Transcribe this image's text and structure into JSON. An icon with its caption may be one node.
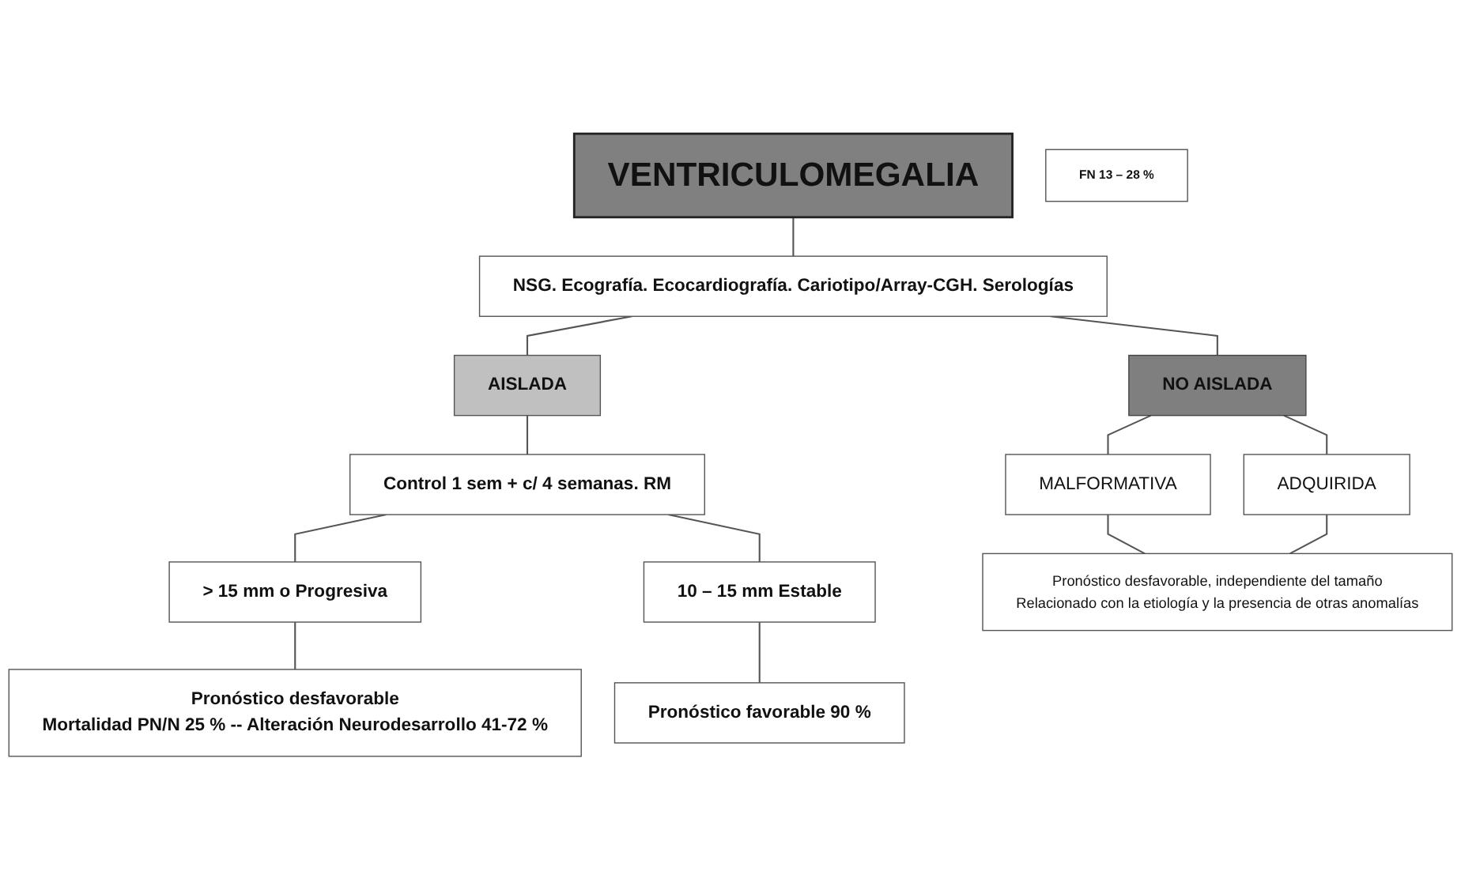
{
  "diagram": {
    "nodes": [
      {
        "text": [
          "VENTRICULOMEGALIA"
        ]
      },
      {
        "text": [
          "NSG. Ecografía. Ecocardiografía. Cariotipo/Array-CGH. Serologías"
        ]
      },
      {
        "text": [
          "NO AISLADA"
        ]
      },
      {
        "text": [
          "AISLADA"
        ]
      },
      {
        "text": [
          "FN 13 – 28 %"
        ]
      },
      {
        "text": [
          "Control 1 sem  + c/ 4 semanas. RM"
        ]
      },
      {
        "text": [
          "MALFORMATIVA"
        ]
      },
      {
        "text": [
          "ADQUIRIDA"
        ]
      },
      {
        "text": [
          "> 15 mm o Progresiva"
        ]
      },
      {
        "text": [
          "10 – 15 mm Estable"
        ]
      },
      {
        "text": [
          "Pronóstico desfavorable, independiente del tamaño",
          "Relacionado con la etiología y la presencia de otras anomalías"
        ]
      },
      {
        "text": [
          "Pronóstico favorable 90 %"
        ]
      },
      {
        "text": [
          "Pronóstico desfavorable",
          "Mortalidad  PN/N 25 % -- Alteración Neurodesarrollo 41-72 %"
        ]
      }
    ],
    "edges": [
      {
        "from": 0,
        "to": 1,
        "arrow": "none"
      },
      {
        "from": 1,
        "to": 2,
        "arrow": "none"
      },
      {
        "from": 1,
        "to": 3,
        "arrow": "none"
      },
      {
        "from": 2,
        "to": 6,
        "arrow": "none"
      },
      {
        "from": 2,
        "to": 7,
        "arrow": "none"
      },
      {
        "from": 3,
        "to": 5,
        "arrow": "none"
      },
      {
        "from": 5,
        "to": 8,
        "arrow": "none"
      },
      {
        "from": 5,
        "to": 9,
        "arrow": "none"
      },
      {
        "from": 6,
        "to": 10,
        "arrow": "none"
      },
      {
        "from": 7,
        "to": 10,
        "arrow": "none"
      },
      {
        "from": 9,
        "to": 11,
        "arrow": "none"
      },
      {
        "from": 8,
        "to": 12,
        "arrow": "none"
      }
    ]
  }
}
